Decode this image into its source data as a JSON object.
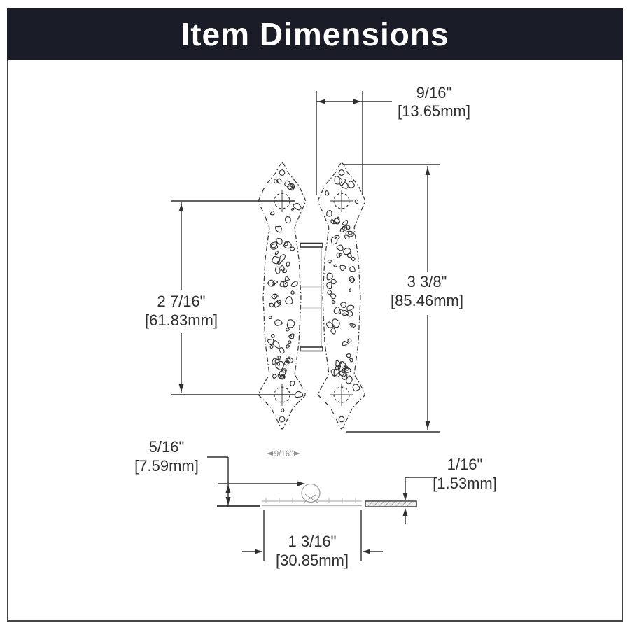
{
  "title": "Item Dimensions",
  "colors": {
    "banner_bg": "#1a1c28",
    "banner_text": "#ffffff",
    "line": "#2f2f2f",
    "light_line": "#b8b8b8"
  },
  "drawing": {
    "dims": {
      "top_width_in": "9/16\"",
      "top_width_mm": "[13.65mm]",
      "overall_height_in": "3 3/8\"",
      "overall_height_mm": "[85.46mm]",
      "hole_spacing_in": "2 7/16\"",
      "hole_spacing_mm": "[61.83mm]",
      "offset_in": "5/16\"",
      "offset_mm": "[7.59mm]",
      "thickness_in": "1/16\"",
      "thickness_mm": "[1.53mm]",
      "leaf_width_in": "1 3/16\"",
      "leaf_width_mm": "[30.85mm]",
      "small_width_in": "9/16\""
    }
  }
}
